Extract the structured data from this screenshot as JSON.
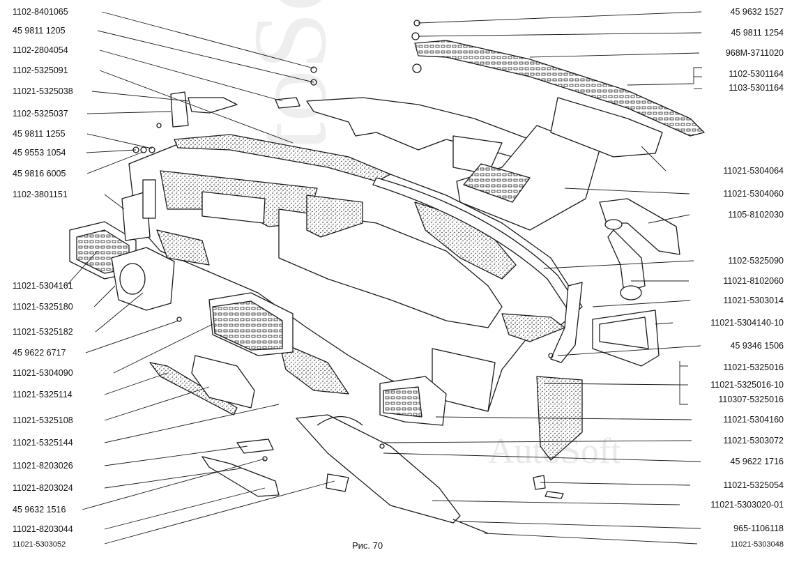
{
  "caption": "Рис. 70",
  "watermark": "AutoSoft",
  "labels_left": [
    "1102-8401065",
    "45 9811 1205",
    "1102-2804054",
    "1102-5325091",
    "11021-5325038",
    "1102-5325037",
    "45 9811 1255",
    "45 9553 1054",
    "45 9816 6005",
    "1102-3801151",
    "11021-5304161",
    "11021-5325180",
    "11021-5325182",
    "45 9622 6717",
    "11021-5304090",
    "11021-5325114",
    "11021-5325108",
    "11021-5325144",
    "11021-8203026",
    "11021-8203024",
    "45 9632 1516",
    "11021-8203044",
    "11021-5303052"
  ],
  "labels_right": [
    "45 9632 1527",
    "45 9811 1254",
    "968M-3711020",
    "1102-5301164",
    "1103-5301164",
    "11021-5304064",
    "11021-5304060",
    "1105-8102030",
    "1102-5325090",
    "11021-8102060",
    "11021-5303014",
    "11021-5304140-10",
    "45 9346 1506",
    "11021-5325016",
    "11021-5325016-10",
    "110307-5325016",
    "11021-5304160",
    "11021-5303072",
    "45 9622 1716",
    "11021-5325054",
    "11021-5303020-01",
    "965-1106118",
    "11021-5303048"
  ]
}
